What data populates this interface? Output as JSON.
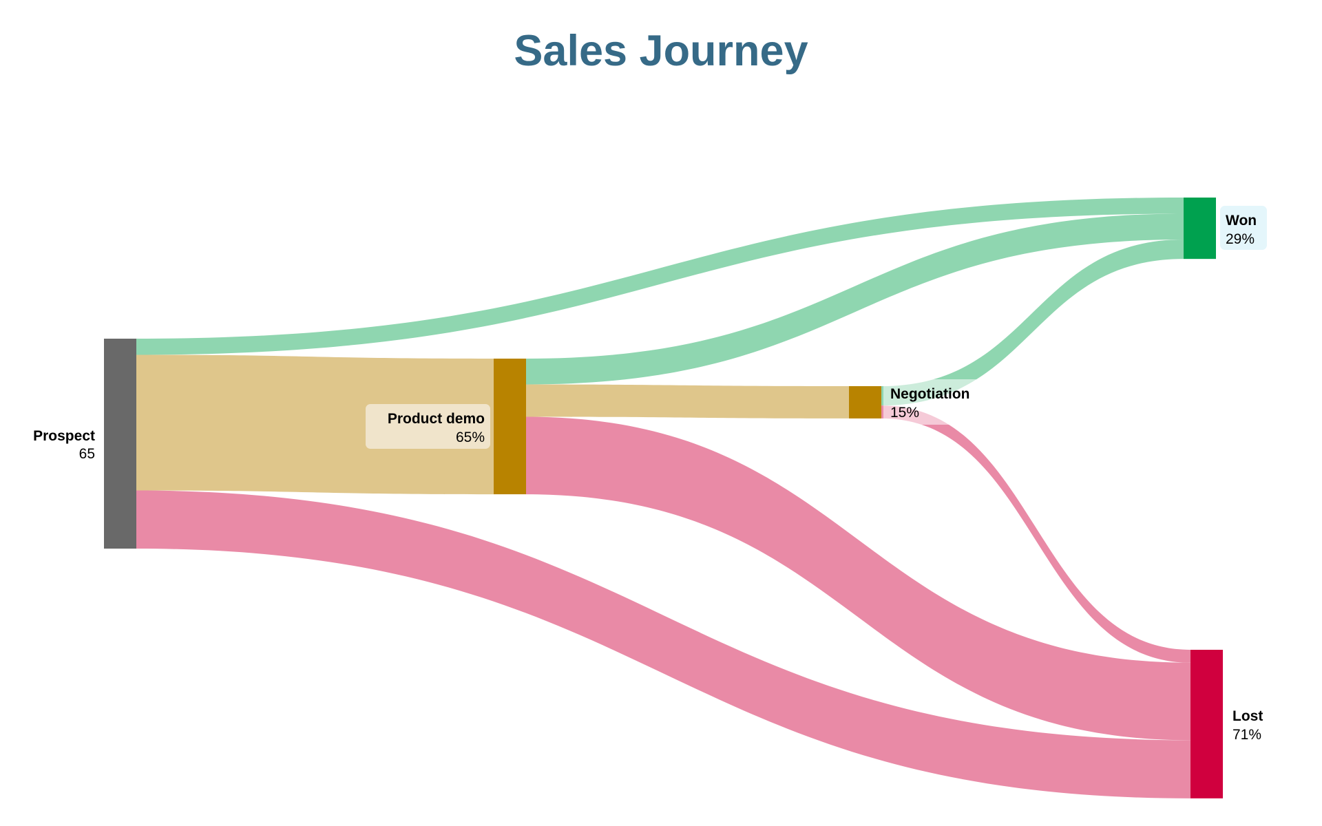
{
  "title": "Sales Journey",
  "chart_data": {
    "type": "sankey",
    "title": "Sales Journey",
    "nodes": [
      {
        "id": "prospect",
        "name": "Prospect",
        "value_label": "65",
        "value": 65,
        "color": "#696969",
        "label_side": "left",
        "label_bg": null
      },
      {
        "id": "demo",
        "name": "Product demo",
        "value_label": "65%",
        "value": 42,
        "color": "#b88300",
        "label_side": "left",
        "label_bg": "#f0e4cb"
      },
      {
        "id": "negotiation",
        "name": "Negotiation",
        "value_label": "15%",
        "value": 10,
        "color": "#b88300",
        "label_side": "right",
        "label_bg": "rgba(255,255,255,0.55)"
      },
      {
        "id": "won",
        "name": "Won",
        "value_label": "29%",
        "value": 19,
        "color": "#00a14f",
        "label_side": "right",
        "label_bg": "#e4f6fb"
      },
      {
        "id": "lost",
        "name": "Lost",
        "value_label": "71%",
        "value": 46,
        "color": "#d0003e",
        "label_side": "right",
        "label_bg": null
      }
    ],
    "links": [
      {
        "source": "prospect",
        "target": "won",
        "value": 5,
        "color": "#8fd6b0"
      },
      {
        "source": "prospect",
        "target": "demo",
        "value": 42,
        "color": "#dfc68b"
      },
      {
        "source": "prospect",
        "target": "lost",
        "value": 18,
        "color": "#e98aa6"
      },
      {
        "source": "demo",
        "target": "won",
        "value": 8,
        "color": "#8fd6b0"
      },
      {
        "source": "demo",
        "target": "negotiation",
        "value": 10,
        "color": "#dfc68b"
      },
      {
        "source": "demo",
        "target": "lost",
        "value": 24,
        "color": "#e98aa6"
      },
      {
        "source": "negotiation",
        "target": "won",
        "value": 6,
        "color": "#8fd6b0"
      },
      {
        "source": "negotiation",
        "target": "lost",
        "value": 4,
        "color": "#e98aa6"
      }
    ]
  }
}
